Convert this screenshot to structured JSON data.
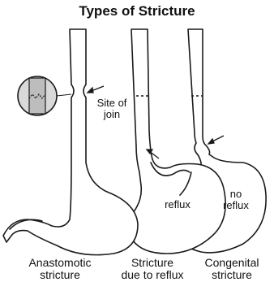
{
  "title": "Types of Stricture",
  "labels": {
    "site_of_join_1": "Site of",
    "site_of_join_2": "join",
    "reflux": "reflux",
    "no_reflux_1": "no",
    "no_reflux_2": "reflux"
  },
  "captions": {
    "anastomotic_1": "Anastomotic",
    "anastomotic_2": "stricture",
    "reflux_1": "Stricture",
    "reflux_2": "due to reflux",
    "congenital_1": "Congenital",
    "congenital_2": "stricture"
  },
  "colors": {
    "stroke": "#1a1a1a",
    "fill": "#ffffff",
    "inset_fill": "#bdbdbd",
    "inset_bg": "#d9d9d9"
  }
}
